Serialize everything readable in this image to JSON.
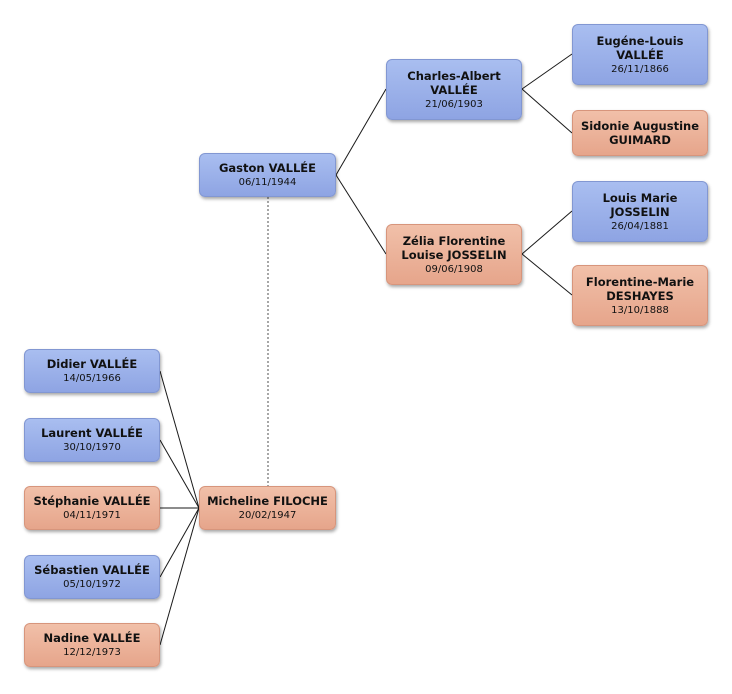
{
  "persons": {
    "gaston": {
      "name": "Gaston VALLÉE",
      "date": "06/11/1944",
      "sex": "m"
    },
    "micheline": {
      "name": "Micheline FILOCHE",
      "date": "20/02/1947",
      "sex": "f"
    },
    "charles": {
      "name": "Charles-Albert VALLÉE",
      "date": "21/06/1903",
      "sex": "m"
    },
    "zelia": {
      "name": "Zélia Florentine Louise JOSSELIN",
      "date": "09/06/1908",
      "sex": "f"
    },
    "eugene": {
      "name": "Eugéne-Louis VALLÉE",
      "date": "26/11/1866",
      "sex": "m"
    },
    "sidonie": {
      "name": "Sidonie Augustine GUIMARD",
      "date": "",
      "sex": "f"
    },
    "louis": {
      "name": "Louis Marie JOSSELIN",
      "date": "26/04/1881",
      "sex": "m"
    },
    "florentine": {
      "name": "Florentine-Marie DESHAYES",
      "date": "13/10/1888",
      "sex": "f"
    },
    "didier": {
      "name": "Didier VALLÉE",
      "date": "14/05/1966",
      "sex": "m"
    },
    "laurent": {
      "name": "Laurent VALLÉE",
      "date": "30/10/1970",
      "sex": "m"
    },
    "stephanie": {
      "name": "Stéphanie VALLÉE",
      "date": "04/11/1971",
      "sex": "f"
    },
    "sebastien": {
      "name": "Sébastien VALLÉE",
      "date": "05/10/1972",
      "sex": "m"
    },
    "nadine": {
      "name": "Nadine VALLÉE",
      "date": "12/12/1973",
      "sex": "f"
    }
  },
  "relations": {
    "parents": [
      {
        "child": "gaston",
        "father": "charles",
        "mother": "zelia"
      },
      {
        "child": "charles",
        "father": "eugene",
        "mother": "sidonie"
      },
      {
        "child": "zelia",
        "father": "louis",
        "mother": "florentine"
      }
    ],
    "couple": [
      "gaston",
      "micheline"
    ],
    "children_of_couple": [
      "didier",
      "laurent",
      "stephanie",
      "sebastien",
      "nadine"
    ]
  },
  "colors": {
    "male": "#98ade8",
    "female": "#eeb39b",
    "line": "#1a1a1a",
    "couple_line": "#8a8a8a"
  }
}
